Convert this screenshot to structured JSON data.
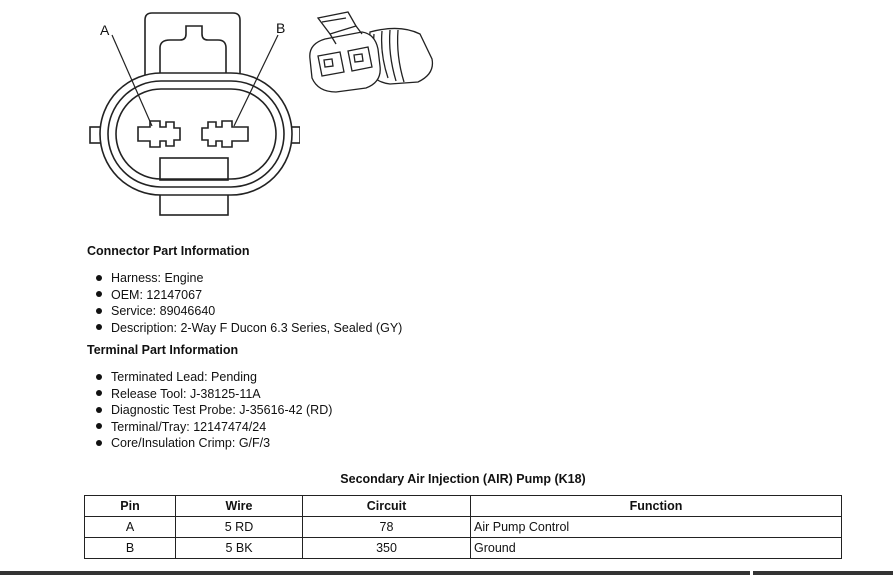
{
  "diagram": {
    "label_a": "A",
    "label_b": "B"
  },
  "connector_info": {
    "title": "Connector Part Information",
    "items": [
      "Harness: Engine",
      "OEM: 12147067",
      "Service: 89046640",
      "Description: 2-Way F Ducon 6.3 Series, Sealed (GY)"
    ]
  },
  "terminal_info": {
    "title": "Terminal Part Information",
    "items": [
      "Terminated Lead: Pending",
      "Release Tool: J-38125-11A",
      "Diagnostic Test Probe: J-35616-42 (RD)",
      "Terminal/Tray: 12147474/24",
      "Core/Insulation Crimp: G/F/3"
    ]
  },
  "pin_table": {
    "caption": "Secondary Air Injection (AIR) Pump (K18)",
    "headers": [
      "Pin",
      "Wire",
      "Circuit",
      "Function"
    ],
    "rows": [
      [
        "A",
        "5 RD",
        "78",
        "Air Pump Control"
      ],
      [
        "B",
        "5 BK",
        "350",
        "Ground"
      ]
    ]
  }
}
